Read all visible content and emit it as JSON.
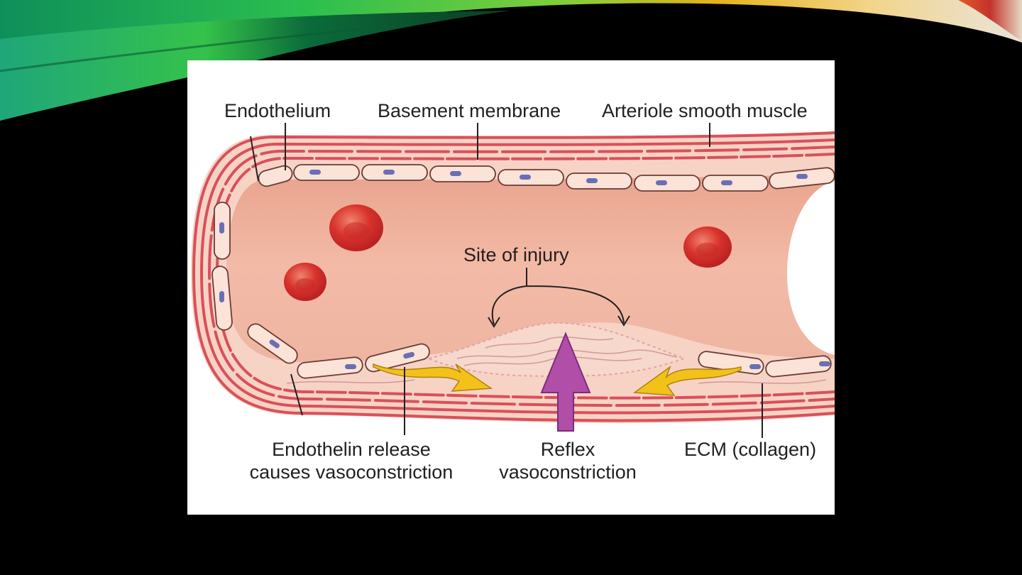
{
  "figure": {
    "labels": {
      "endothelium": "Endothelium",
      "basement_membrane": "Basement membrane",
      "arteriole_smooth_muscle": "Arteriole smooth muscle",
      "site_of_injury": "Site of injury",
      "endothelin_line1": "Endothelin release",
      "endothelin_line2": "causes vasoconstriction",
      "reflex_line1": "Reflex",
      "reflex_line2": "vasoconstriction",
      "ecm": "ECM (collagen)"
    },
    "colors": {
      "lumen": "#efb09a",
      "wall": "#f7d3c6",
      "muscle_band": "#d9505a",
      "red_cell": "#d8322c",
      "nucleus": "#6a6fb5",
      "yellow_arrow": "#f2c21a",
      "purple_arrow": "#b04ea8"
    }
  }
}
